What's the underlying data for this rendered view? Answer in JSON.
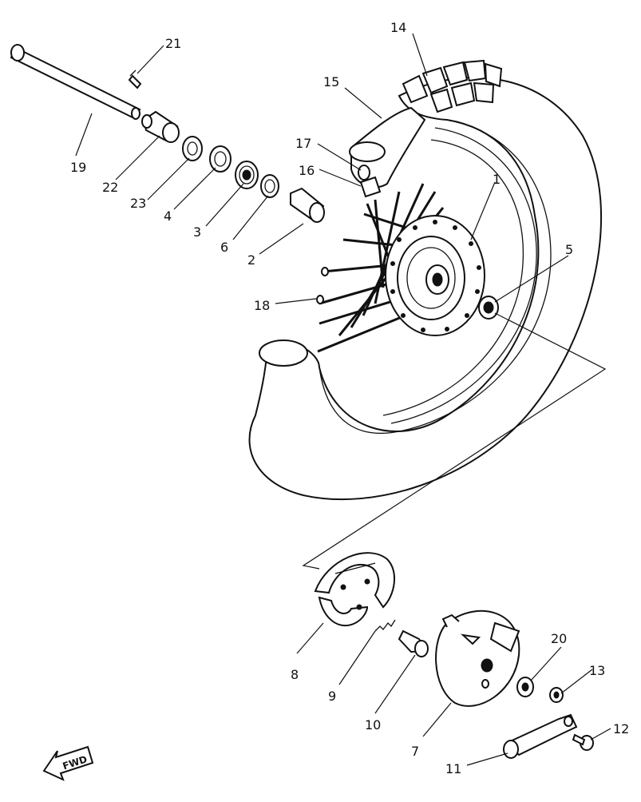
{
  "callouts": {
    "c1": "1",
    "c2": "2",
    "c3": "3",
    "c4": "4",
    "c5": "5",
    "c6": "6",
    "c7": "7",
    "c8": "8",
    "c9": "9",
    "c10": "10",
    "c11": "11",
    "c12": "12",
    "c13": "13",
    "c14": "14",
    "c15": "15",
    "c16": "16",
    "c17": "17",
    "c18": "18",
    "c19": "19",
    "c20": "20",
    "c21": "21",
    "c22": "22",
    "c23": "23"
  },
  "fwd_badge": "FWD"
}
